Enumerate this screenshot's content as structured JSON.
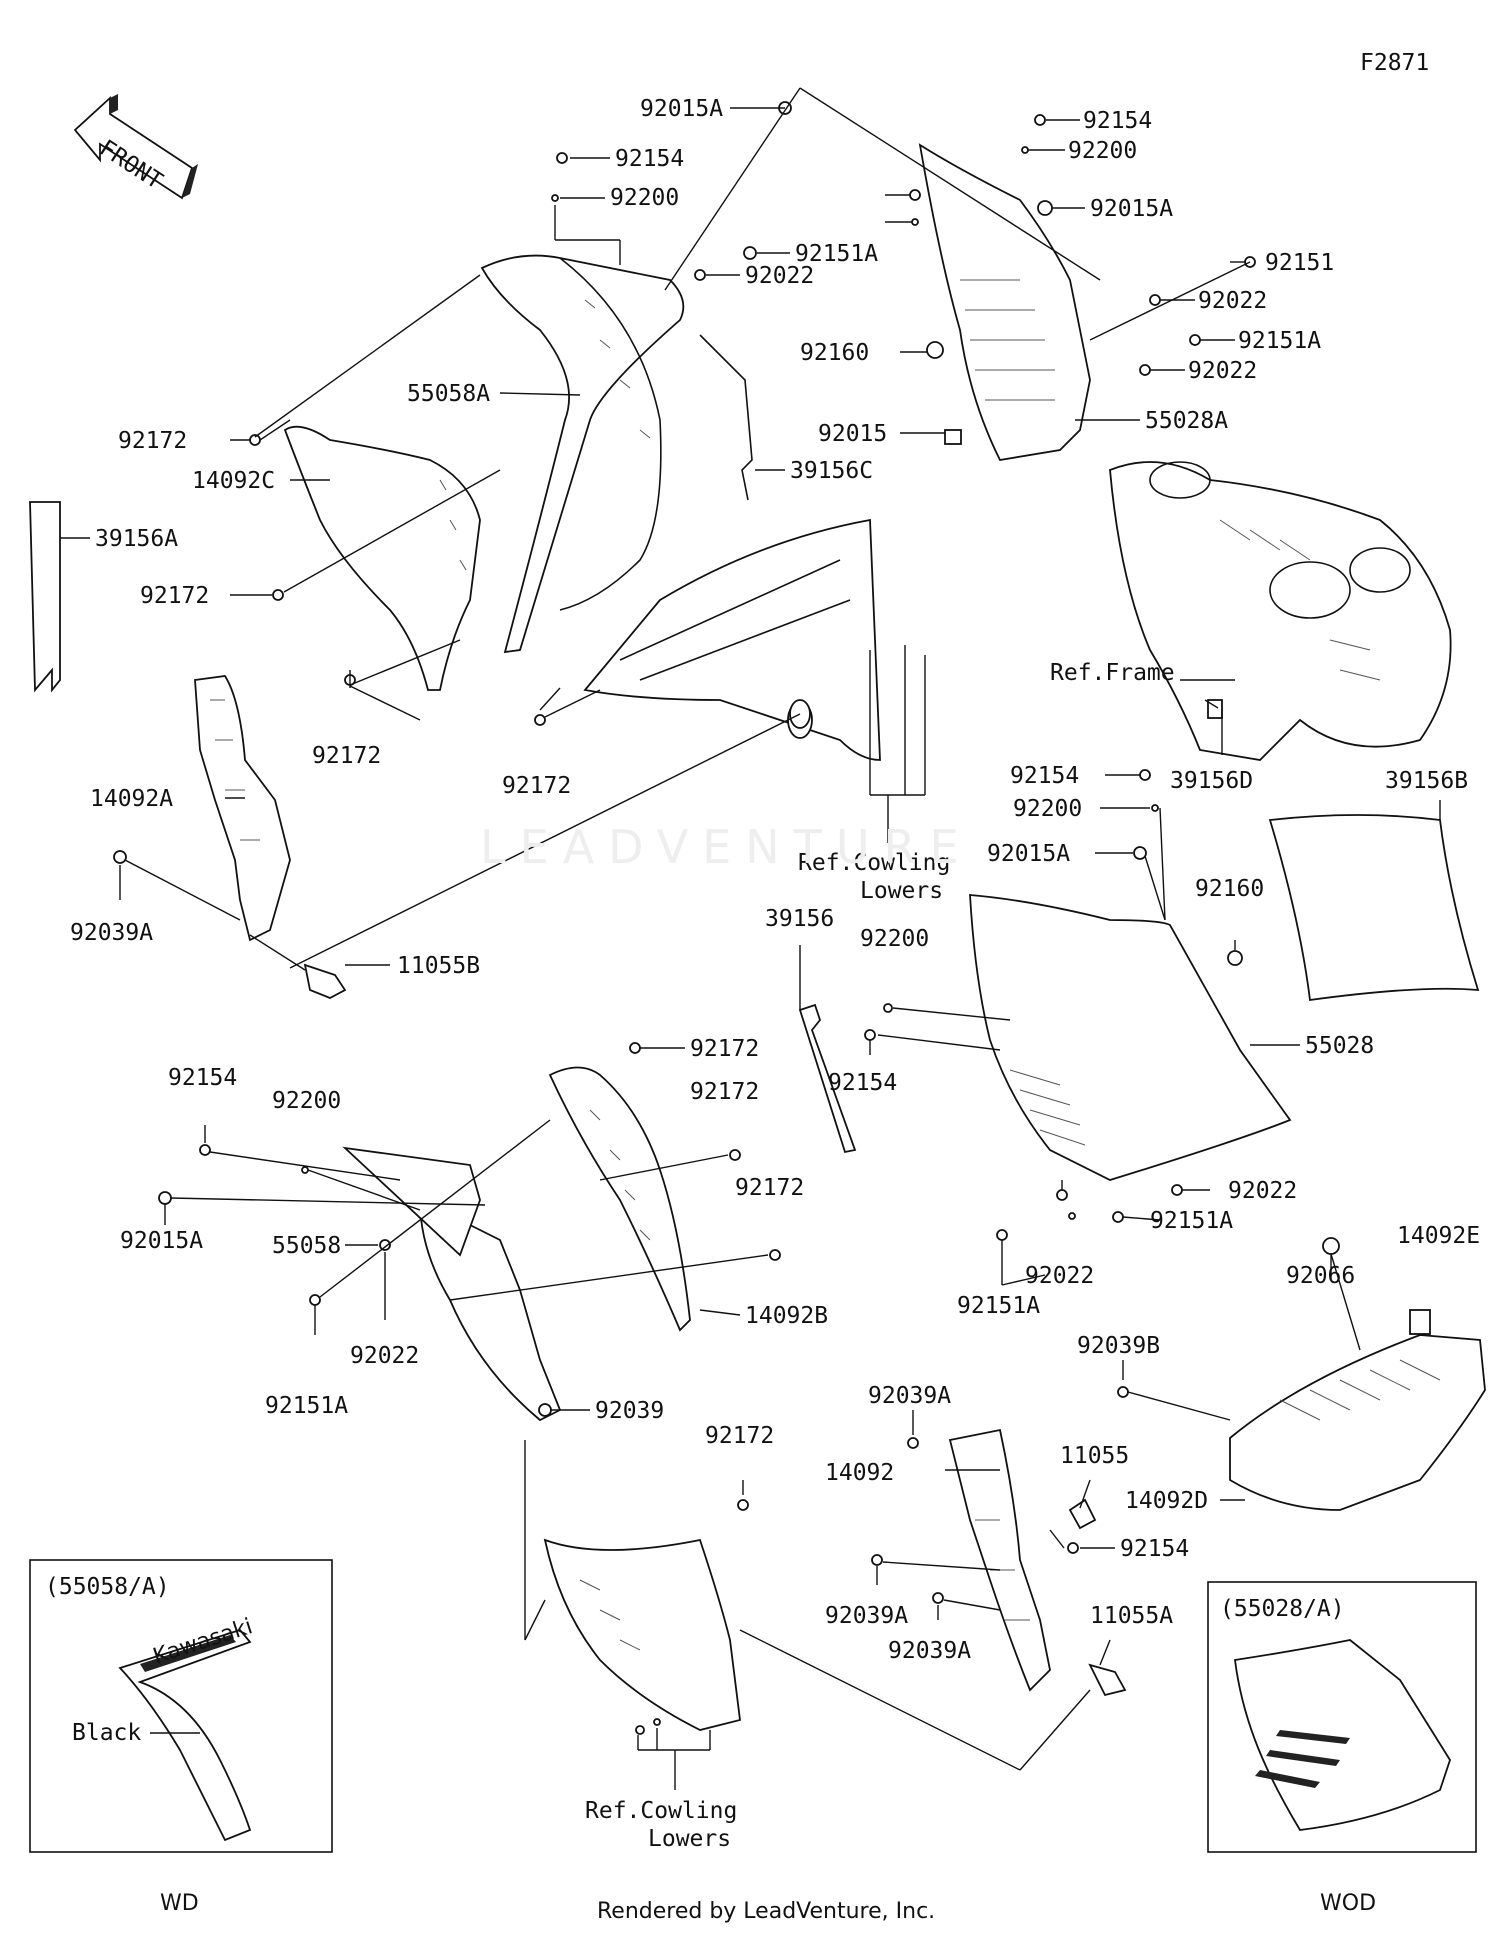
{
  "diagram_id": "F2871",
  "footer": "Rendered by LeadVenture, Inc.",
  "watermark": "LEADVENTURE",
  "front_arrow": "FRONT",
  "refs": {
    "frame": "Ref.Frame",
    "cowling_lowers_a_line1": "Ref.Cowling",
    "cowling_lowers_a_line2": "Lowers",
    "cowling_lowers_b_line1": "Ref.Cowling",
    "cowling_lowers_b_line2": "Lowers"
  },
  "insets": {
    "left": {
      "title": "(55058/A)",
      "note": "Black",
      "caption": "WD",
      "logo_text": "Kawasaki"
    },
    "right": {
      "title": "(55028/A)",
      "caption": "WOD"
    }
  },
  "parts": [
    "92015A",
    "92154",
    "92200",
    "92151A",
    "92022",
    "92154",
    "92200",
    "92015A",
    "92151",
    "92022",
    "92151A",
    "92022",
    "92160",
    "92015",
    "55028A",
    "55058A",
    "39156C",
    "92172",
    "14092C",
    "39156A",
    "92172",
    "92172",
    "92172",
    "14092A",
    "92039A",
    "11055B",
    "39156D",
    "39156B",
    "92154",
    "92200",
    "92015A",
    "92160",
    "39156",
    "92200",
    "92154",
    "55028",
    "92172",
    "92172",
    "92154",
    "92200",
    "92172",
    "92015A",
    "55058",
    "92022",
    "92151A",
    "14092B",
    "92039",
    "92022",
    "92151A",
    "92022",
    "92151A",
    "14092E",
    "92066",
    "92039B",
    "92039A",
    "92172",
    "14092",
    "11055",
    "14092D",
    "92154",
    "92039A",
    "92039A",
    "11055A"
  ]
}
